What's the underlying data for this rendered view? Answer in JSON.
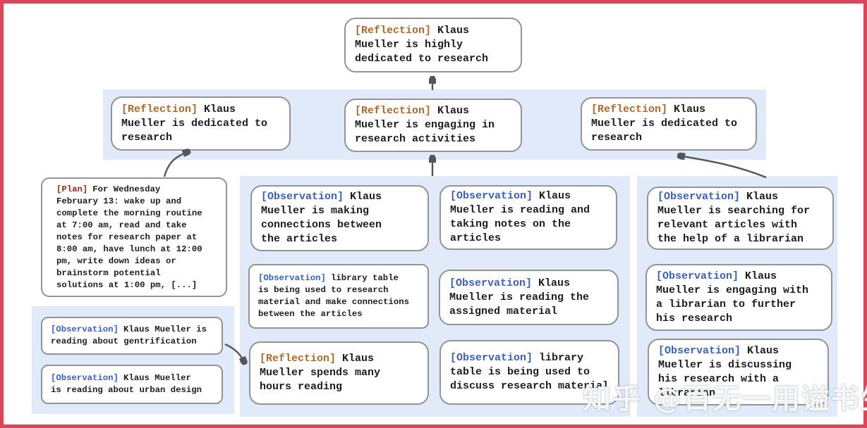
{
  "colors": {
    "frame_border": "#d9485a",
    "panel_background": "#e0eaf8",
    "card_border": "#949494",
    "reflection_label": "#b1682c",
    "observation_label": "#3a60bf",
    "plan_label": "#9c2a22",
    "arrow": "#555555",
    "text": "#1d1d1f"
  },
  "watermark": {
    "text": "知乎 @百无一用谥书生"
  },
  "nodes": {
    "root": {
      "label": "[Reflection]",
      "text": "Klaus\nMueller is highly\ndedicated to research"
    },
    "reflection_left": {
      "label": "[Reflection]",
      "text": "Klaus\nMueller is dedicated to\nresearch"
    },
    "reflection_mid": {
      "label": "[Reflection]",
      "text": "Klaus\nMueller is engaging in\nresearch activities"
    },
    "reflection_right": {
      "label": "[Reflection]",
      "text": "Klaus\nMueller is dedicated to\nresearch"
    },
    "plan": {
      "label": "[Plan]",
      "text": "For Wednesday\nFebruary 13: wake up and\ncomplete the morning routine\nat 7:00 am, read and take\nnotes for research paper at\n8:00 am, have lunch at 12:00\npm, write down ideas or\nbrainstorm potential\nsolutions at 1:00 pm, [...]"
    },
    "obs_gentrification": {
      "label": "[Observation]",
      "text": "Klaus Mueller is\nreading about gentrification"
    },
    "obs_urban_design": {
      "label": "[Observation]",
      "text": "Klaus Mueller\nis reading about urban design"
    },
    "obs_connections": {
      "label": "[Observation]",
      "text": "Klaus\nMueller is making\nconnections between\nthe articles"
    },
    "obs_library_research": {
      "label": "[Observation]",
      "text": "library table\nis being used to research\nmaterial and make connections\nbetween the articles"
    },
    "reflection_hours": {
      "label": "[Reflection]",
      "text": "Klaus\nMueller spends many\nhours reading"
    },
    "obs_taking_notes": {
      "label": "[Observation]",
      "text": "Klaus\nMueller is reading and\ntaking notes on the\narticles"
    },
    "obs_assigned_material": {
      "label": "[Observation]",
      "text": "Klaus\nMueller is reading the\nassigned material"
    },
    "obs_library_discuss": {
      "label": "[Observation]",
      "text": "library\ntable is being used to\ndiscuss research material"
    },
    "obs_searching_articles": {
      "label": "[Observation]",
      "text": "Klaus\nMueller is searching for\nrelevant articles with\nthe help of a librarian"
    },
    "obs_engaging_librarian": {
      "label": "[Observation]",
      "text": "Klaus\nMueller is engaging with\na librarian to further\nhis research"
    },
    "obs_discussing_librarian": {
      "label": "[Observation]",
      "text": "Klaus\nMueller is discussing\nhis research with a\nlibrarian"
    }
  }
}
